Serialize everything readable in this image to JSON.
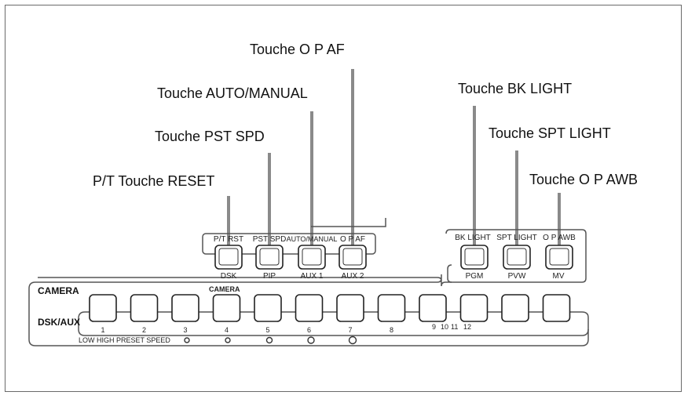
{
  "callouts": {
    "op_af": "Touche O P AF",
    "auto_manual": "Touche AUTO/MANUAL",
    "pst_spd": "Touche PST SPD",
    "pt_reset": "P/T Touche RESET",
    "bk_light": "Touche BK LIGHT",
    "spt_light": "Touche SPT LIGHT",
    "op_awb": "Touche O P AWB"
  },
  "upper_left_labels": {
    "top": [
      "P/T RST",
      "PST SPD",
      "AUTO/MANUAL",
      "O P AF"
    ],
    "bottom": [
      "DSK",
      "PIP",
      "AUX 1",
      "AUX 2"
    ]
  },
  "upper_right_labels": {
    "top": [
      "BK LIGHT",
      "SPT LIGHT",
      "O P AWB"
    ],
    "bottom": [
      "PGM",
      "PVW",
      "MV"
    ]
  },
  "panel": {
    "camera_label": "CAMERA",
    "camera_label_small": "CAMERA",
    "dsk_aux_label": "DSK/AUX",
    "numbers": [
      "1",
      "2",
      "3",
      "4",
      "5",
      "6",
      "7",
      "8",
      "9",
      "10",
      "11",
      "12"
    ],
    "speed_label": "LOW HIGH PRESET SPEED"
  }
}
